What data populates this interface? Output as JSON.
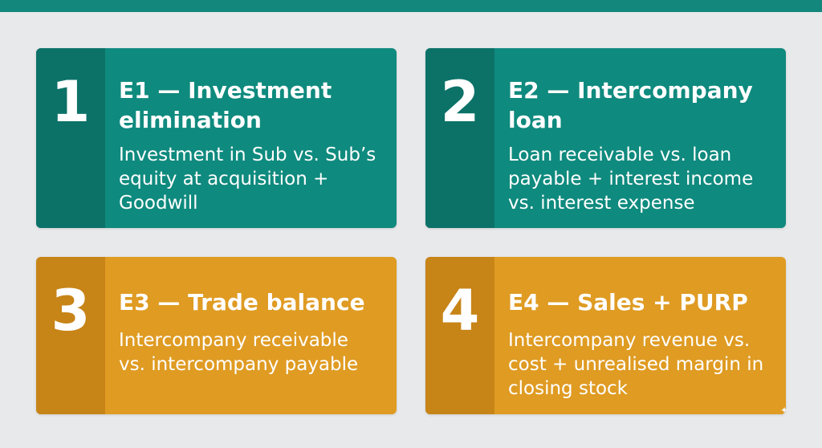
{
  "colors": {
    "background": "#e8e9eb",
    "top_bar": "#13877b",
    "teal_card": "#0f8a7e",
    "teal_number_strip": "#0c7268",
    "amber_card": "#df9b22",
    "amber_number_strip": "#c78417",
    "text": "#ffffff"
  },
  "cards": [
    {
      "number": "1",
      "title": "E1 — Investment elimination",
      "description": "Investment in Sub vs. Sub’s equity at acquisition + Goodwill",
      "color": "teal"
    },
    {
      "number": "2",
      "title": "E2 — Intercompany loan",
      "description": "Loan receivable vs. loan payable + interest income vs. interest expense",
      "color": "teal"
    },
    {
      "number": "3",
      "title": "E3 — Trade balance",
      "description": "Intercompany receivable vs. intercompany payable",
      "color": "amber"
    },
    {
      "number": "4",
      "title": "E4 — Sales + PURP",
      "description": "Intercompany revenue vs. cost + unrealised margin in closing stock",
      "color": "amber"
    }
  ]
}
